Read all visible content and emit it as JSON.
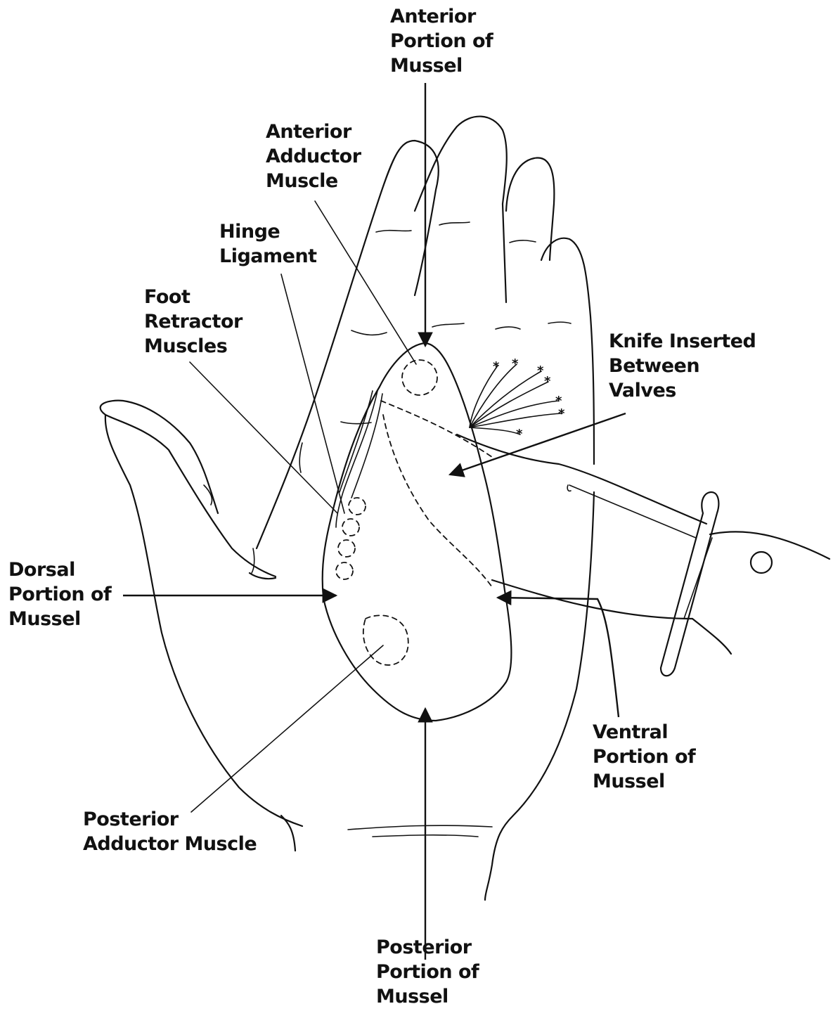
{
  "labels": {
    "anterior_portion": [
      "Anterior",
      "Portion of",
      "Mussel"
    ],
    "anterior_adductor": [
      "Anterior",
      "Adductor",
      "Muscle"
    ],
    "hinge_ligament": [
      "Hinge",
      "Ligament"
    ],
    "foot_retractor": [
      "Foot",
      "Retractor",
      "Muscles"
    ],
    "knife_inserted": [
      "Knife Inserted",
      "Between",
      "Valves"
    ],
    "dorsal_portion": [
      "Dorsal",
      "Portion of",
      "Mussel"
    ],
    "ventral_portion": [
      "Ventral",
      "Portion of",
      "Mussel"
    ],
    "posterior_adductor": [
      "Posterior",
      "Adductor Muscle"
    ],
    "posterior_portion": [
      "Posterior",
      "Portion of",
      "Mussel"
    ]
  },
  "colors": {
    "ink": "#111111",
    "background": "#ffffff"
  }
}
